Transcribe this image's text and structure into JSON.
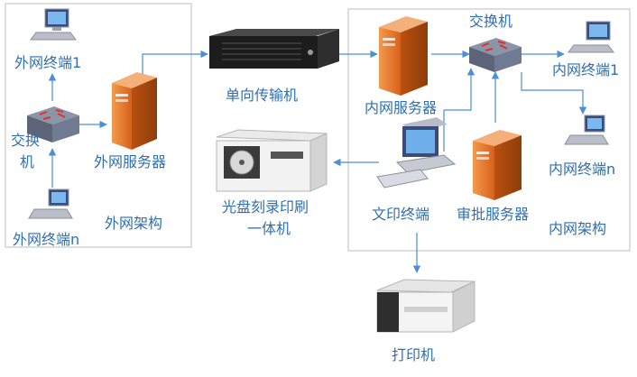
{
  "outer_net": {
    "title": "外网架构",
    "terminal_1": "外网终端1",
    "terminal_n": "外网终端n",
    "switch_line1": "交换",
    "switch_line2": "机",
    "server": "外网服务器"
  },
  "transfer": {
    "label": "单向传输机"
  },
  "disc": {
    "line1": "光盘刻录印刷",
    "line2": "一体机"
  },
  "inner_net": {
    "title": "内网架构",
    "switch": "交换机",
    "server": "内网服务器",
    "terminal_1": "内网终端1",
    "terminal_n": "内网终端n",
    "print_terminal": "文印终端",
    "approval_server": "审批服务器"
  },
  "printer": {
    "label": "打印机"
  },
  "colors": {
    "label_text": "#2f6fb3",
    "connector": "#4a8fd8",
    "frame": "#c8c8c8",
    "server_orange": "#e8782a"
  }
}
